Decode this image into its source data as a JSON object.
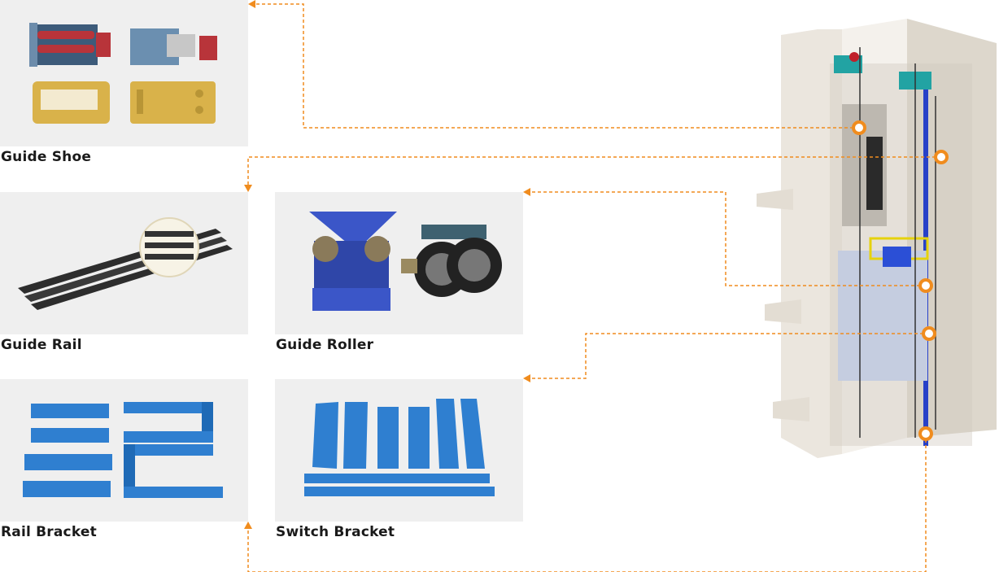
{
  "components": [
    {
      "id": "guide-shoe",
      "label": "Guide Shoe"
    },
    {
      "id": "guide-rail",
      "label": "Guide Rail"
    },
    {
      "id": "guide-roller",
      "label": "Guide Roller"
    },
    {
      "id": "rail-bracket",
      "label": "Rail Bracket"
    },
    {
      "id": "switch-bracket",
      "label": "Switch Bracket"
    }
  ],
  "colors": {
    "accent": "#f08c1e",
    "panel_bg": "#efefef",
    "bracket_blue": "#2f7fd0",
    "shoe_brass": "#d9b24a",
    "shoe_red": "#b8343a",
    "roller_blue": "#3b56c8",
    "shaft_wall": "#e9e4dc"
  },
  "icons": [
    "guide-shoe-photo",
    "guide-rail-photo",
    "guide-roller-photo",
    "rail-bracket-photo",
    "switch-bracket-photo",
    "elevator-shaft-illustration"
  ]
}
